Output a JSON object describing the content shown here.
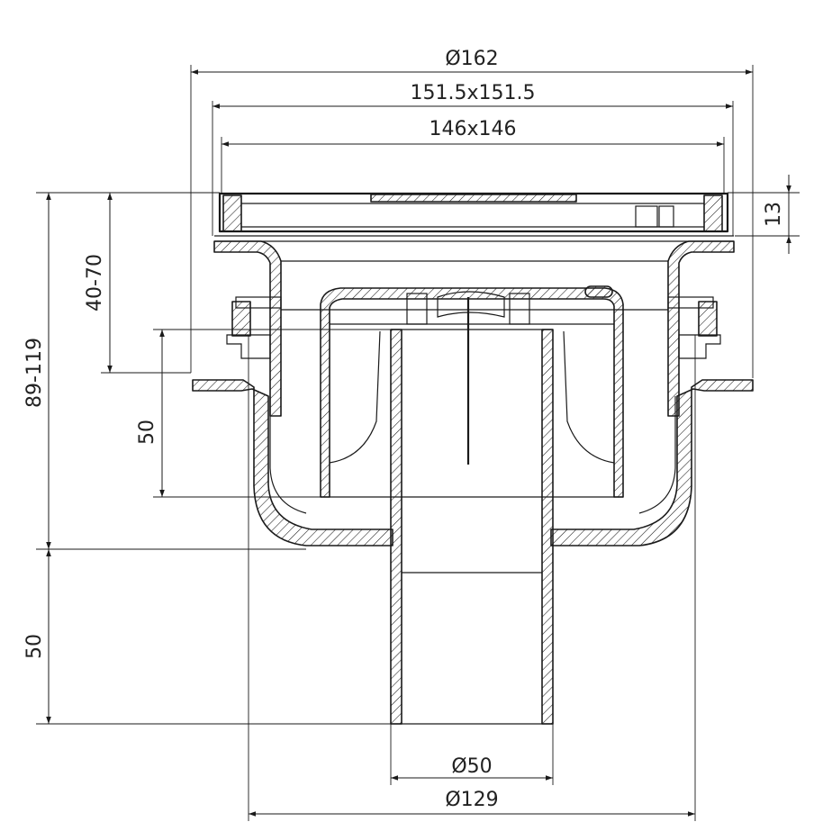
{
  "drawing": {
    "dimensions": {
      "top_diameter": "Ø162",
      "frame_outer": "151.5x151.5",
      "frame_inner": "146x146",
      "frame_height": "13",
      "adjust_range": "40-70",
      "inner_depth": "50",
      "total_height": "89-119",
      "outlet_length": "50",
      "outlet_diameter": "Ø50",
      "flange_diameter": "Ø129"
    }
  }
}
